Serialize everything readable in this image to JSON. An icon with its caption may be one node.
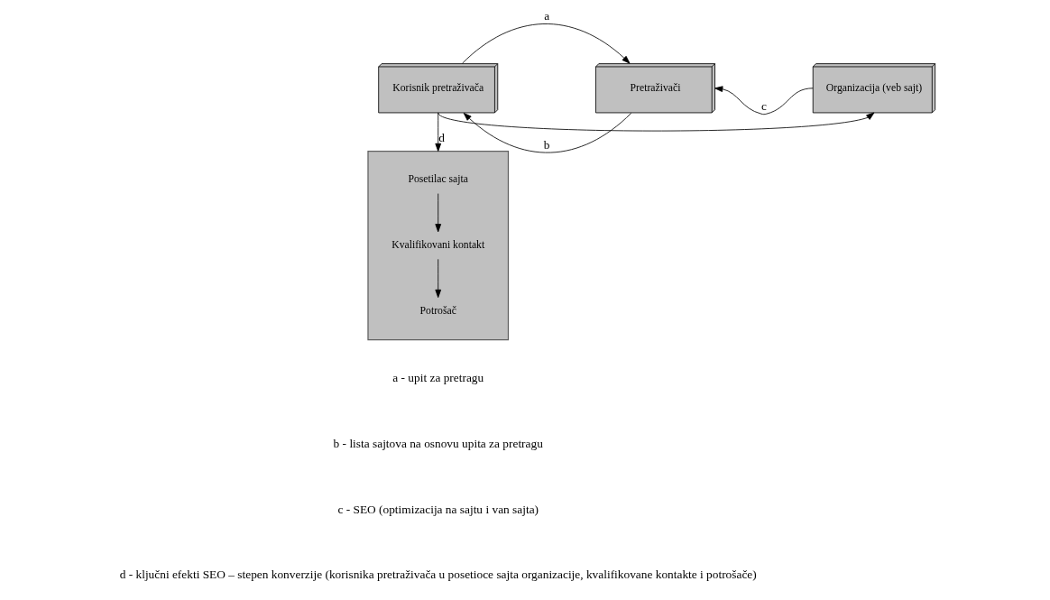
{
  "diagram": {
    "nodes": [
      {
        "text": [
          "Korisnik pretraživača"
        ]
      },
      {
        "text": [
          "Pretraživači"
        ]
      },
      {
        "text": [
          "Organizacija (veb sajt)"
        ]
      },
      {
        "text": [],
        "shape": "box"
      },
      {
        "text": [
          "Posetilac sajta"
        ],
        "in": 3
      },
      {
        "text": [
          "Kvalifikovani kontakt"
        ],
        "in": 3
      },
      {
        "text": [
          "Potrošač"
        ],
        "in": 3
      }
    ],
    "edges": [
      {
        "from": 0,
        "to": 1,
        "arrow": "to",
        "label": "a"
      },
      {
        "from": 1,
        "to": 0,
        "arrow": "to",
        "label": "b"
      },
      {
        "from": 2,
        "to": 1,
        "arrow": "to",
        "label": "c"
      },
      {
        "from": 0,
        "to": 2,
        "arrow": "to"
      },
      {
        "from": 0,
        "to": 3,
        "arrow": "to",
        "label": "d"
      },
      {
        "from": 4,
        "to": 5,
        "arrow": "to"
      },
      {
        "from": 5,
        "to": 6,
        "arrow": "to"
      }
    ],
    "labels": [
      "a - upit za pretragu",
      "b - lista sajtova na osnovu upita za pretragu",
      "c - SEO (optimizacija na sajtu i van sajta)",
      "d - ključni efekti SEO – stepen konverzije (korisnika pretraživača u posetioce sajta organizacije, kvalifikovane kontakte i potrošače)"
    ]
  }
}
